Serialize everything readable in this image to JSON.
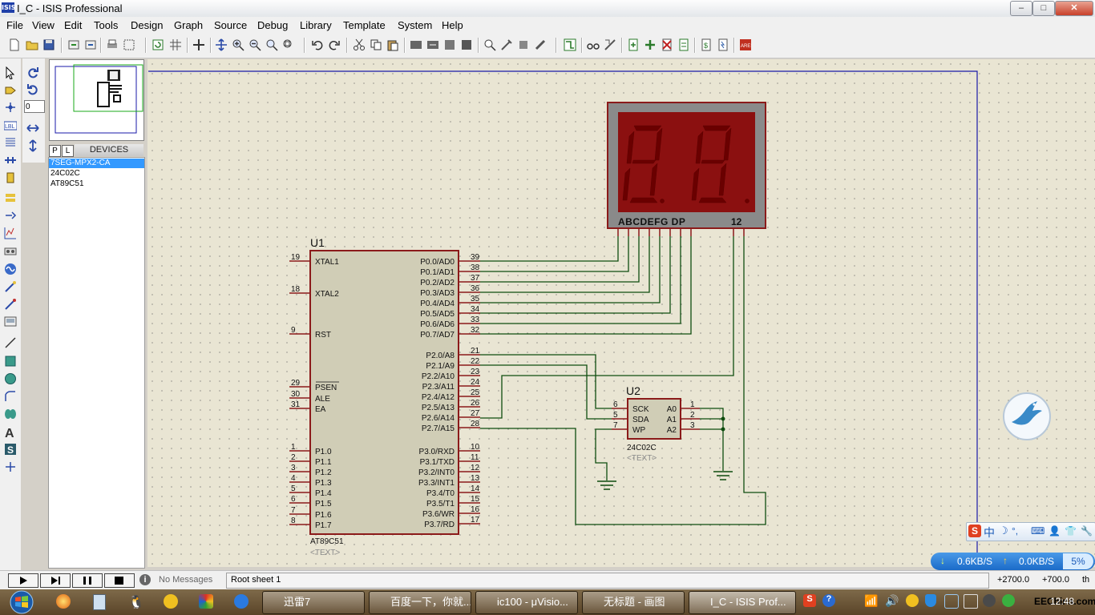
{
  "window": {
    "title": "I_C - ISIS Professional",
    "app_logo": "ISIS"
  },
  "menu": [
    "File",
    "Edit",
    "View",
    "Tools",
    "Design",
    "Graph",
    "Source",
    "Debug",
    "Library",
    "Template",
    "System",
    "Help"
  ],
  "panel": {
    "tabs": [
      "P",
      "L"
    ],
    "devices_label": "DEVICES",
    "rotation_value": "0",
    "devices": [
      "7SEG-MPX2-CA",
      "24C02C",
      "AT89C51"
    ],
    "selected_device": "7SEG-MPX2-CA"
  },
  "schematic": {
    "u1": {
      "ref": "U1",
      "part": "AT89C51",
      "text": "<TEXT>",
      "left_pins": [
        {
          "num": "19",
          "name": "XTAL1"
        },
        {
          "num": "18",
          "name": "XTAL2"
        },
        {
          "num": "9",
          "name": "RST"
        },
        {
          "num": "29",
          "name": "PSEN"
        },
        {
          "num": "30",
          "name": "ALE"
        },
        {
          "num": "31",
          "name": "EA"
        },
        {
          "num": "1",
          "name": "P1.0"
        },
        {
          "num": "2",
          "name": "P1.1"
        },
        {
          "num": "3",
          "name": "P1.2"
        },
        {
          "num": "4",
          "name": "P1.3"
        },
        {
          "num": "5",
          "name": "P1.4"
        },
        {
          "num": "6",
          "name": "P1.5"
        },
        {
          "num": "7",
          "name": "P1.6"
        },
        {
          "num": "8",
          "name": "P1.7"
        }
      ],
      "right_pins": [
        {
          "num": "39",
          "name": "P0.0/AD0"
        },
        {
          "num": "38",
          "name": "P0.1/AD1"
        },
        {
          "num": "37",
          "name": "P0.2/AD2"
        },
        {
          "num": "36",
          "name": "P0.3/AD3"
        },
        {
          "num": "35",
          "name": "P0.4/AD4"
        },
        {
          "num": "34",
          "name": "P0.5/AD5"
        },
        {
          "num": "33",
          "name": "P0.6/AD6"
        },
        {
          "num": "32",
          "name": "P0.7/AD7"
        },
        {
          "num": "21",
          "name": "P2.0/A8"
        },
        {
          "num": "22",
          "name": "P2.1/A9"
        },
        {
          "num": "23",
          "name": "P2.2/A10"
        },
        {
          "num": "24",
          "name": "P2.3/A11"
        },
        {
          "num": "25",
          "name": "P2.4/A12"
        },
        {
          "num": "26",
          "name": "P2.5/A13"
        },
        {
          "num": "27",
          "name": "P2.6/A14"
        },
        {
          "num": "28",
          "name": "P2.7/A15"
        },
        {
          "num": "10",
          "name": "P3.0/RXD"
        },
        {
          "num": "11",
          "name": "P3.1/TXD"
        },
        {
          "num": "12",
          "name": "P3.2/INT0"
        },
        {
          "num": "13",
          "name": "P3.3/INT1"
        },
        {
          "num": "14",
          "name": "P3.4/T0"
        },
        {
          "num": "15",
          "name": "P3.5/T1"
        },
        {
          "num": "16",
          "name": "P3.6/WR"
        },
        {
          "num": "17",
          "name": "P3.7/RD"
        }
      ]
    },
    "u2": {
      "ref": "U2",
      "part": "24C02C",
      "text": "<TEXT>",
      "left_pins": [
        {
          "num": "6",
          "name": "SCK"
        },
        {
          "num": "5",
          "name": "SDA"
        },
        {
          "num": "7",
          "name": "WP"
        }
      ],
      "right_pins": [
        {
          "num": "1",
          "name": "A0"
        },
        {
          "num": "2",
          "name": "A1"
        },
        {
          "num": "3",
          "name": "A2"
        }
      ]
    },
    "display": {
      "segments_label": "ABCDEFG  DP",
      "digits_label": "12",
      "digit_color": "#8a0000",
      "frame_color": "#8b1a1a"
    }
  },
  "status": {
    "messages": "No Messages",
    "sheet": "Root sheet 1",
    "coord_x": "+2700.0",
    "coord_y": "+700.0",
    "unit": "th"
  },
  "net_meter": {
    "down": "0.6KB/S",
    "up": "0.0KB/S",
    "percent": "5%"
  },
  "ime_bar": {
    "label": "中"
  },
  "taskbar": {
    "tasks": [
      "迅雷7",
      "百度一下，你就...",
      "ic100 - μVisio...",
      "无标题 - 画图",
      "I_C - ISIS Prof..."
    ],
    "clock": "12:48",
    "watermark": "EEChina.com"
  },
  "colors": {
    "canvas": "#e9e5d3",
    "wire": "#0f4d0f",
    "component_fill": "#d0cdb6",
    "pin": "#8b1a1a",
    "sheet_border": "#1a1aa8"
  }
}
